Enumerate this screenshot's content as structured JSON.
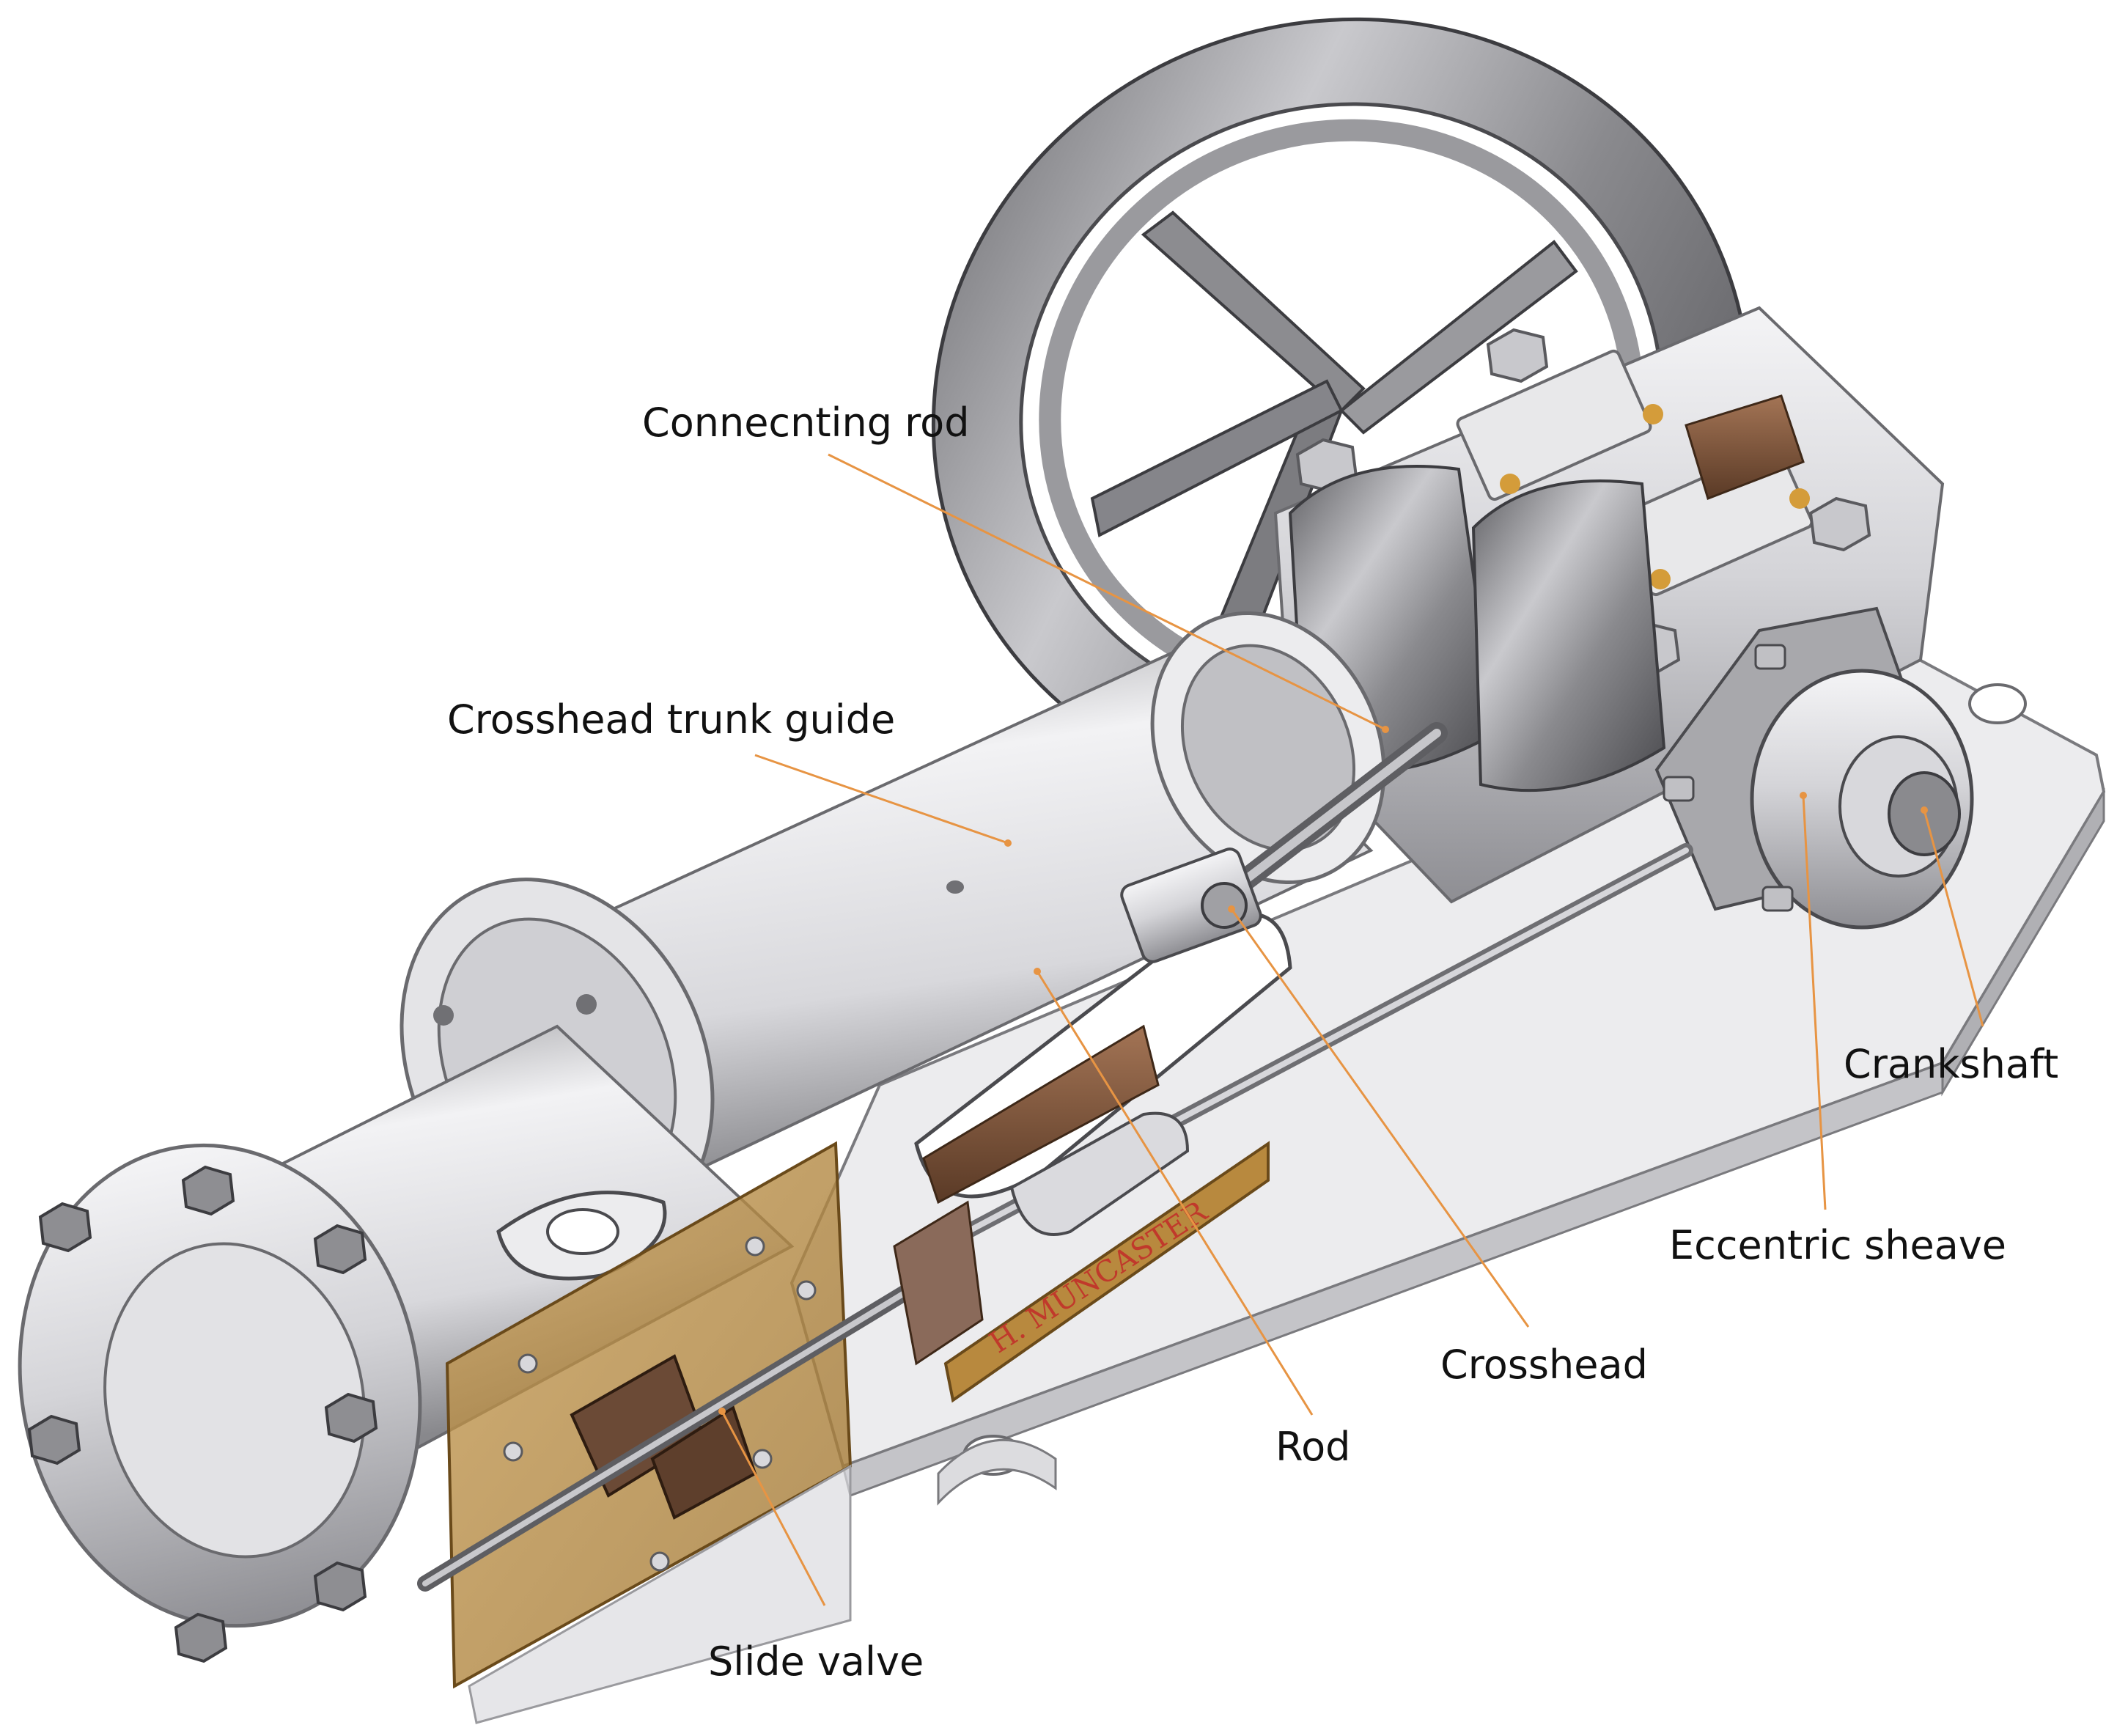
{
  "colors": {
    "leader": "#e79443",
    "metal_light": "#e6e6e8",
    "metal_mid": "#b8b8bc",
    "metal_dark": "#6e6e72",
    "bronze": "#7a5238",
    "brass_panel": "#b98a3c",
    "nameplate_text": "#c0392b"
  },
  "nameplate": {
    "text": "H. MUNCASTER"
  },
  "labels": {
    "connecting_rod": "Connecnting rod",
    "crosshead_trunk_guide": "Crosshead trunk guide",
    "crankshaft": "Crankshaft",
    "eccentric_sheave": "Eccentric sheave",
    "crosshead": "Crosshead",
    "rod": "Rod",
    "slide_valve": "Slide valve"
  }
}
